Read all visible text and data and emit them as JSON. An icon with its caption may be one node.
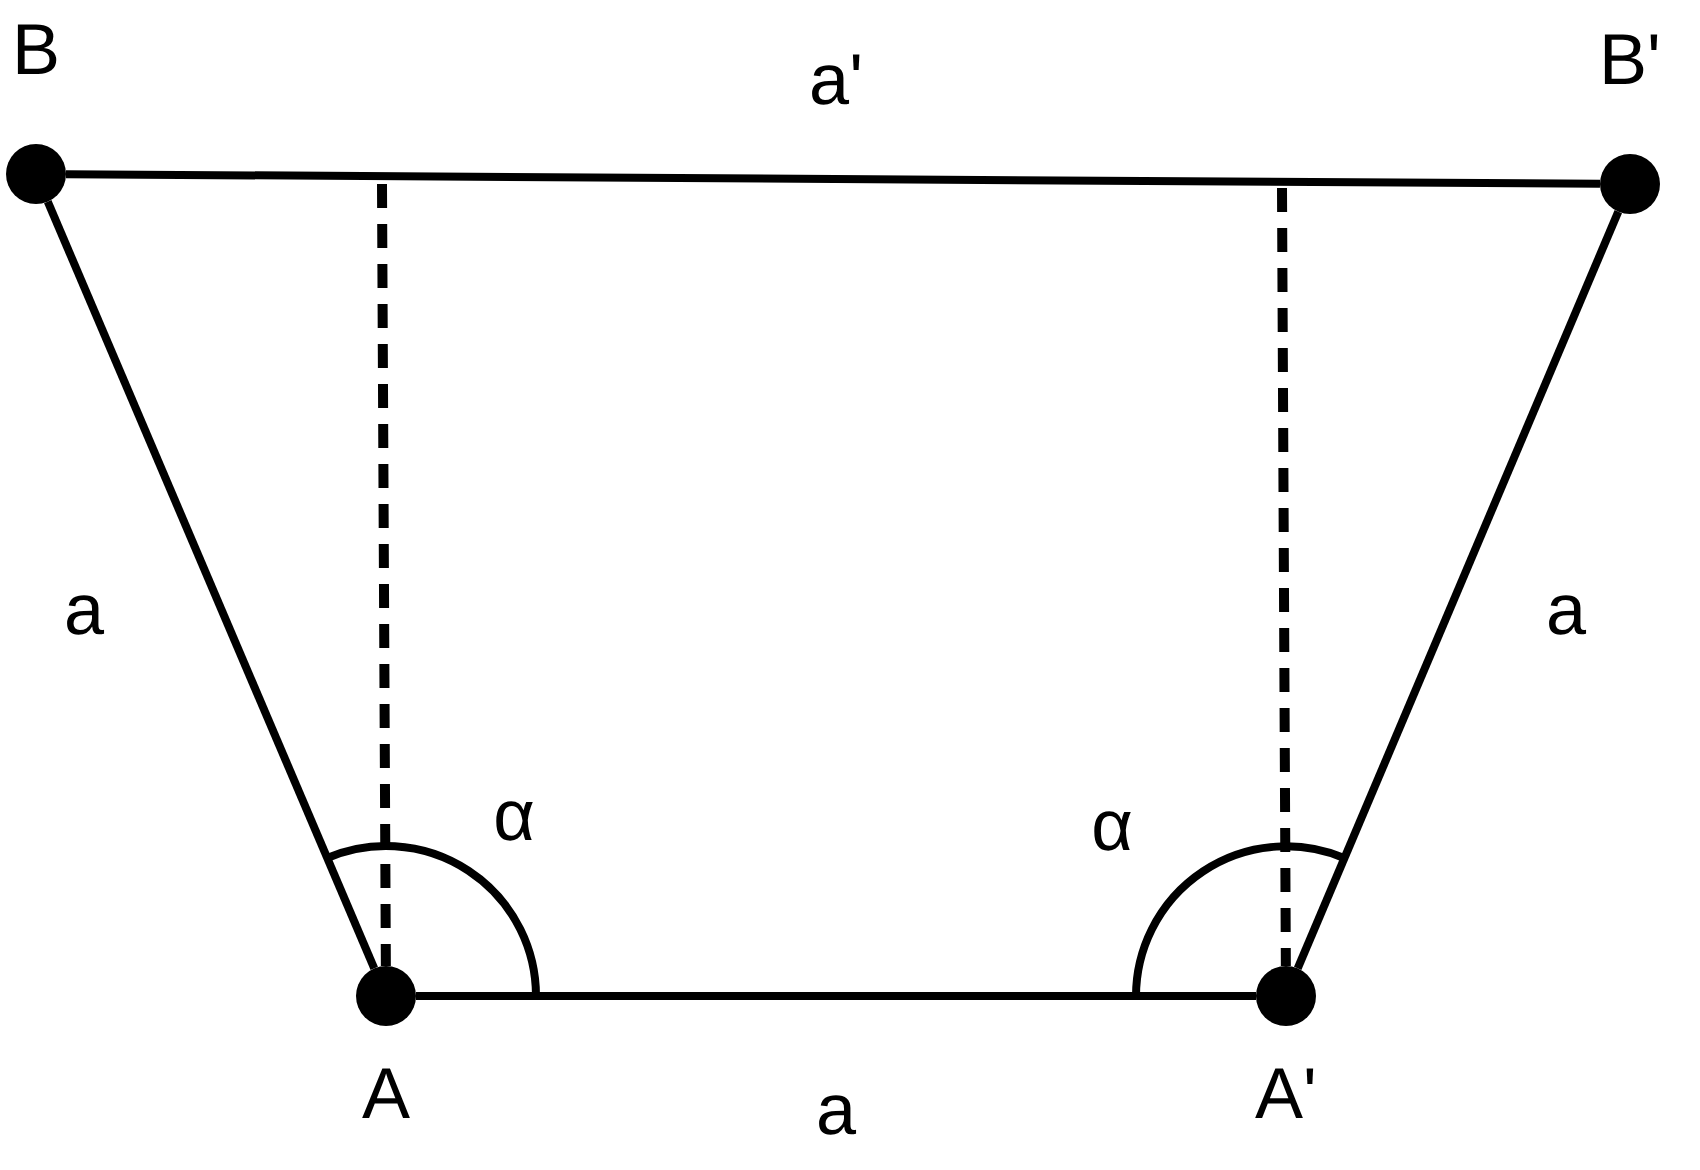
{
  "diagram": {
    "nodes": [
      {
        "text": [
          "B"
        ]
      },
      {
        "text": [
          "B'"
        ]
      },
      {
        "text": [
          "A"
        ]
      },
      {
        "text": [
          "A'"
        ]
      }
    ],
    "edges": [
      {
        "from": 0,
        "to": 1,
        "arrow": "none",
        "label": "a'"
      },
      {
        "from": 0,
        "to": 2,
        "arrow": "none",
        "label": "a"
      },
      {
        "from": 1,
        "to": 3,
        "arrow": "none",
        "label": "a"
      },
      {
        "from": 2,
        "to": 3,
        "arrow": "none",
        "label": "a"
      },
      {
        "from": null,
        "to": 2,
        "arrow": "none",
        "style": "dashed"
      },
      {
        "from": null,
        "to": 3,
        "arrow": "none",
        "style": "dashed"
      }
    ],
    "labels": [
      "α",
      "α"
    ]
  }
}
